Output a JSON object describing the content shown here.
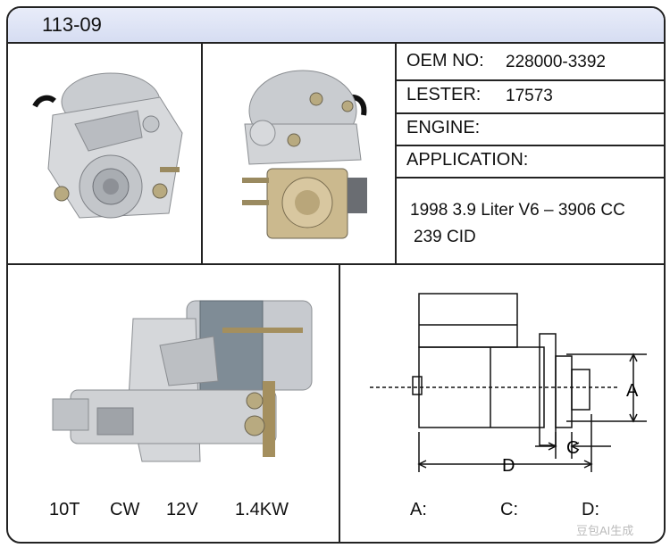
{
  "part_number": "113-09",
  "specs": {
    "oem_label": "OEM  NO:",
    "oem_value": "228000-3392",
    "lester_label": "LESTER:",
    "lester_value": "17573",
    "engine_label": "ENGINE:",
    "application_label": "APPLICATION:"
  },
  "application": {
    "line1": "1998 3.9 Liter V6 – 3906 CC",
    "line2": "239 CID"
  },
  "ratings": {
    "teeth": "10T",
    "rotation": "CW",
    "voltage": "12V",
    "power": "1.4KW"
  },
  "dimensions": {
    "a_label": "A:",
    "c_label": "C:",
    "d_label": "D:",
    "a_letter": "A",
    "c_letter": "C",
    "d_letter": "D"
  },
  "watermark": "豆包AI生成"
}
